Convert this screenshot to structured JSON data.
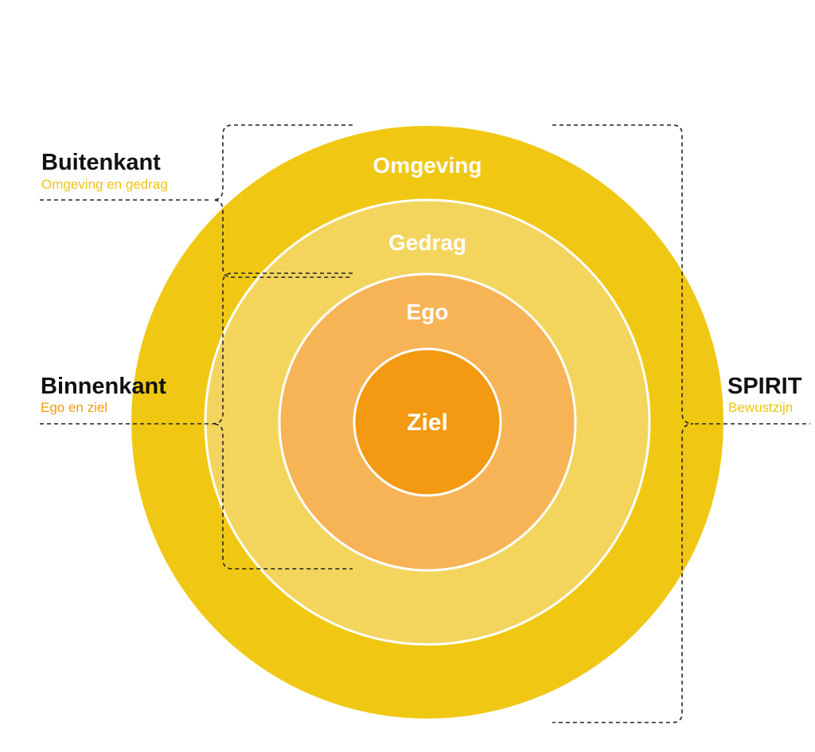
{
  "colors": {
    "outer": "#F0C814",
    "behavior": "#F3D55E",
    "ego": "#F6B457",
    "soul": "#F39A12",
    "ring_separator": "#ffffff",
    "label_text": "#ffffff",
    "accent_yellow": "#F0C314",
    "accent_orange": "#F39A12"
  },
  "rings": {
    "omgeving": "Omgeving",
    "gedrag": "Gedrag",
    "ego": "Ego",
    "ziel": "Ziel"
  },
  "left_groups": {
    "buitenkant": {
      "title": "Buitenkant",
      "subtitle": "Omgeving en gedrag"
    },
    "binnenkant": {
      "title": "Binnenkant",
      "subtitle": "Ego en ziel"
    }
  },
  "right_group": {
    "spirit": {
      "title": "SPIRIT",
      "subtitle": "Bewustzijn"
    }
  }
}
